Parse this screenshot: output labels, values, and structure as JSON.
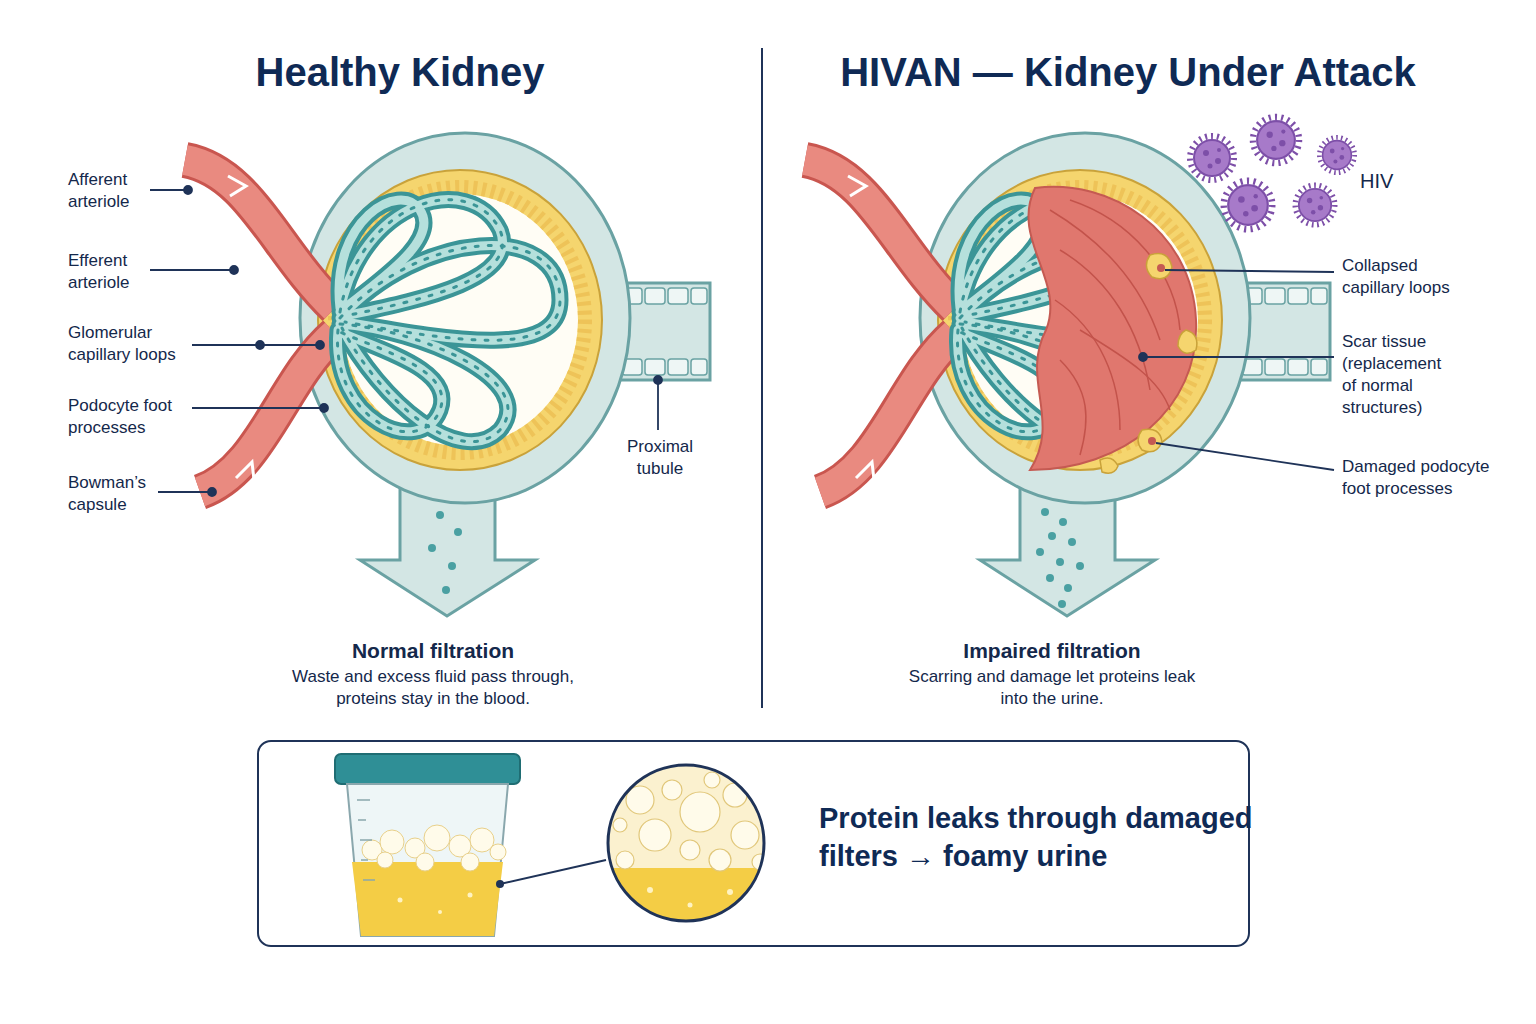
{
  "diagram": {
    "nodes": [
      {
        "text": [
          "Protein leaks through damaged filters → foamy urine"
        ]
      }
    ],
    "labels": [
      "Healthy Kidney",
      "HIVAN — Kidney Under Attack",
      "Afferent arteriole",
      "Efferent arteriole",
      "Glomerular capillary loops",
      "Podocyte foot processes",
      "Bowman’s capsule",
      "Proximal tubule",
      "Normal filtration",
      "Waste and excess fluid pass through, proteins stay in the blood.",
      "HIV",
      "Collapsed capillary loops",
      "Scar tissue (replacement of normal structures)",
      "Damaged podocyte foot processes",
      "Impaired filtration",
      "Scarring and damage let proteins leak into the urine."
    ]
  }
}
